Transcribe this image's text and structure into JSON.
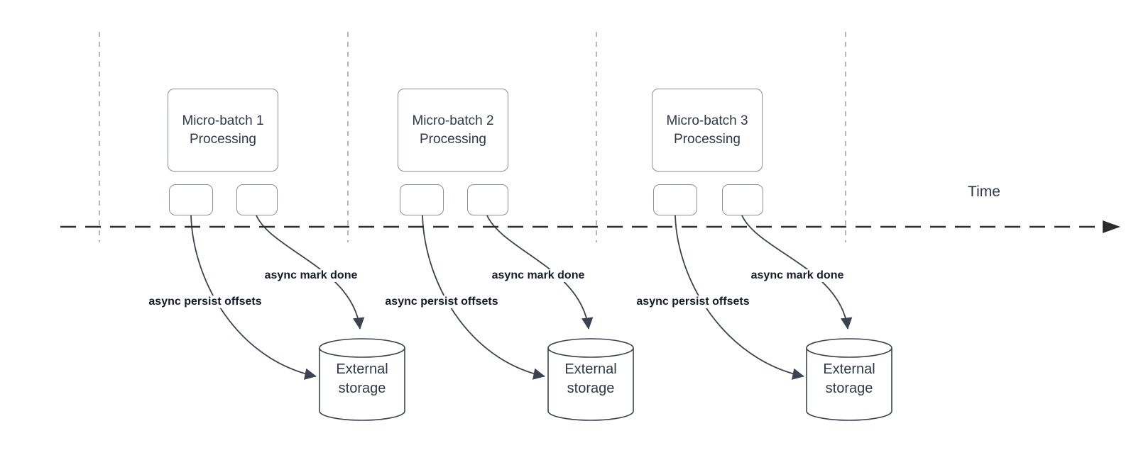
{
  "colors": {
    "body-text": "#2f3847",
    "label-text": "#141b29",
    "box-border": "#8b8f96",
    "shape-stroke": "#3b4352",
    "timeline-color": "#2d2d2d",
    "guide-color": "#b4b7ba",
    "canvas-bg": "#ffffff"
  },
  "timeline": {
    "label": "Time"
  },
  "sections": [
    {
      "box_line1": "Micro-batch 1",
      "box_line2": "Processing",
      "persist_arrow_label": "async persist offsets",
      "mark_done_arrow_label": "async mark done",
      "storage_line1": "External",
      "storage_line2": "storage"
    },
    {
      "box_line1": "Micro-batch 2",
      "box_line2": "Processing",
      "persist_arrow_label": "async persist offsets",
      "mark_done_arrow_label": "async mark done",
      "storage_line1": "External",
      "storage_line2": "storage"
    },
    {
      "box_line1": "Micro-batch 3",
      "box_line2": "Processing",
      "persist_arrow_label": "async persist offsets",
      "mark_done_arrow_label": "async mark done",
      "storage_line1": "External",
      "storage_line2": "storage"
    }
  ]
}
